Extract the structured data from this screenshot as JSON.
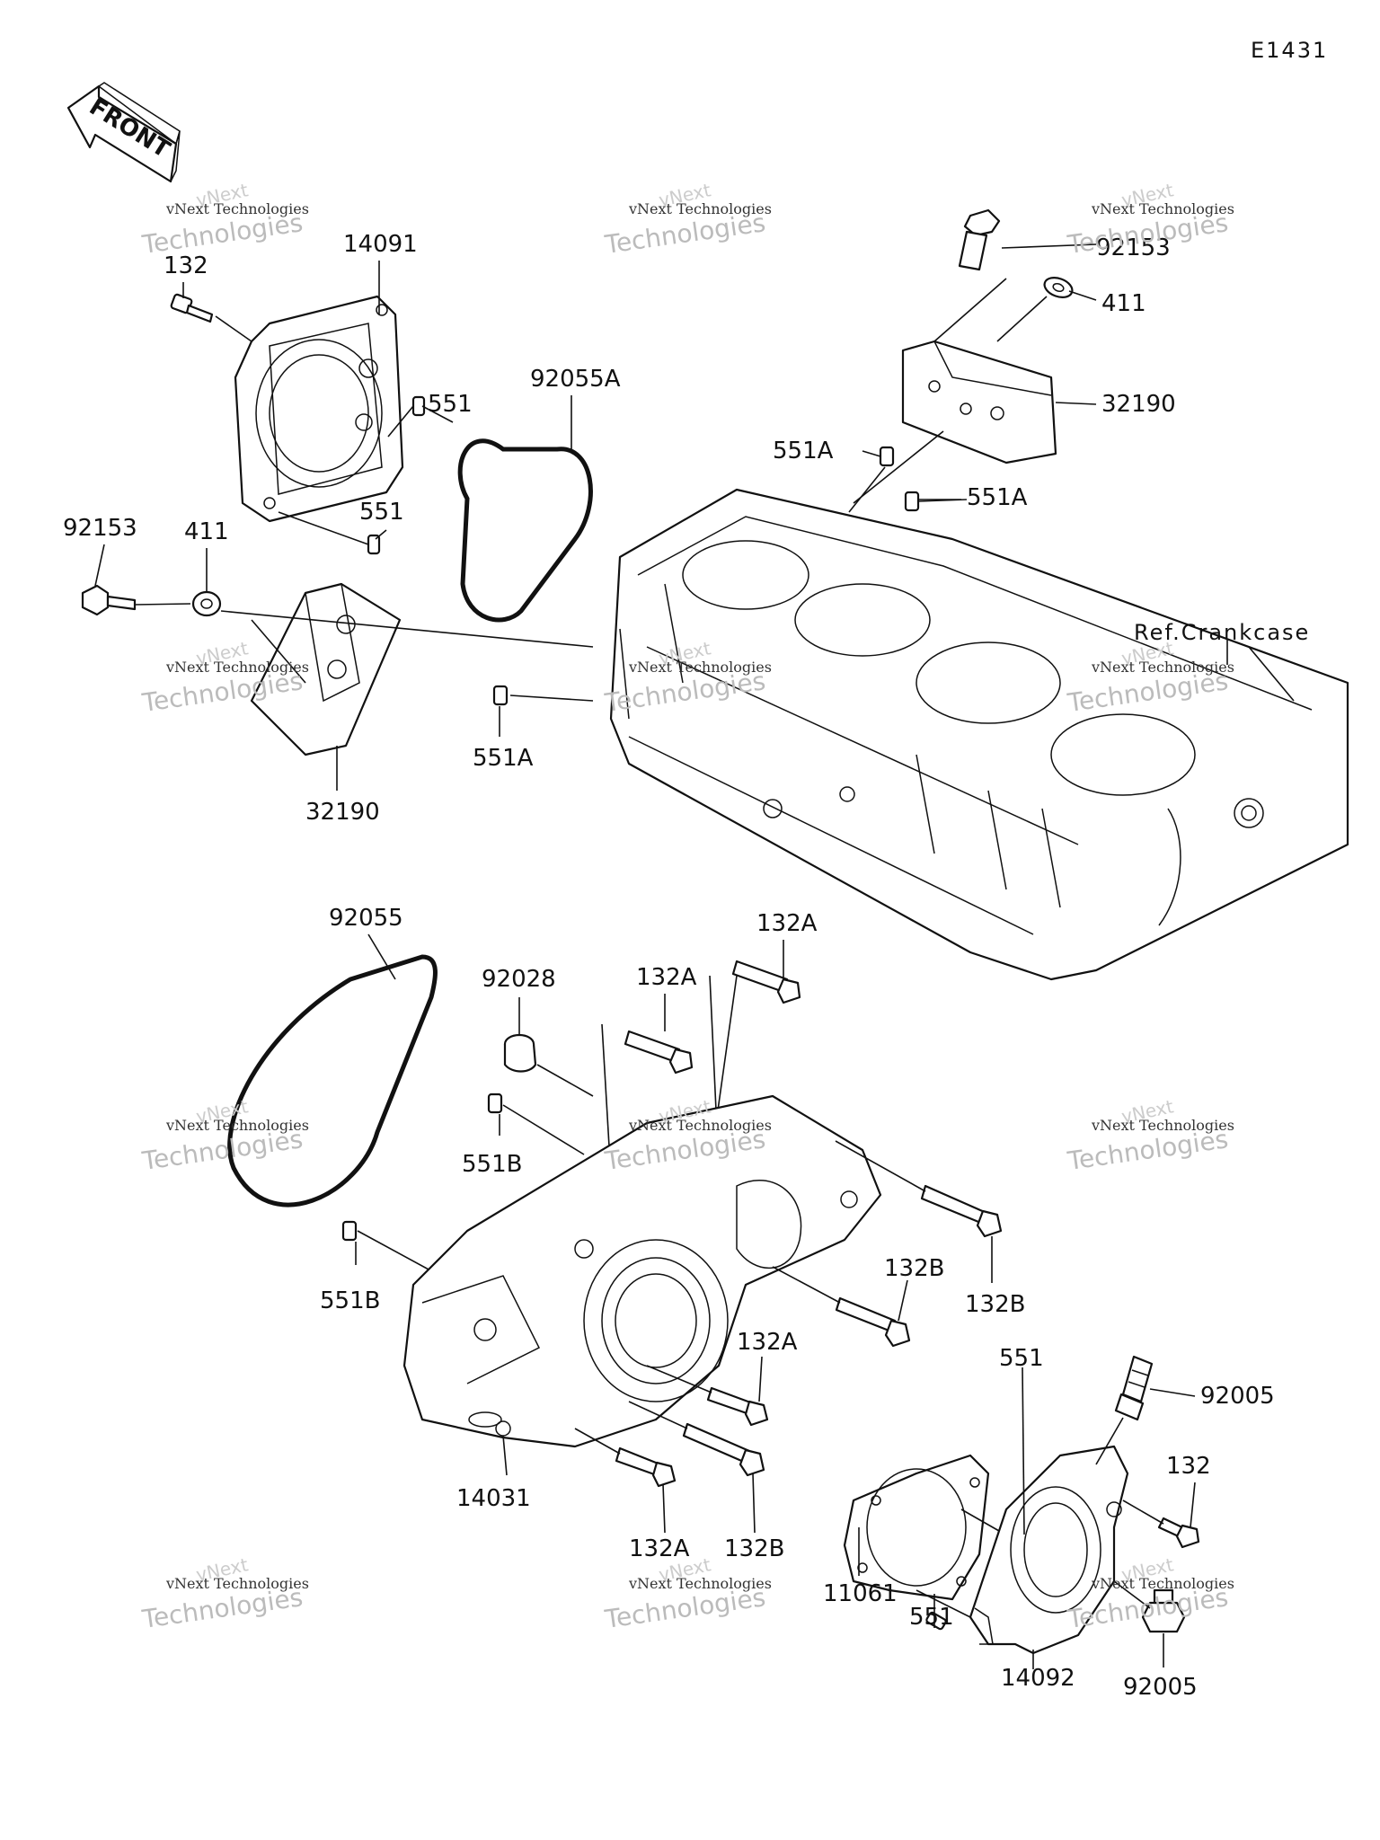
{
  "diagram_code": "E1431",
  "front_arrow_label": "FRONT",
  "reference_label": "Ref.Crankcase",
  "watermark": {
    "brand_top": "vNext",
    "line1": "vNext Technologies",
    "line2": "Technologies"
  },
  "callouts": {
    "c14091": "14091",
    "c132_top": "132",
    "c551_upper": "551",
    "c551_lower": "551",
    "c92055A": "92055A",
    "c92153_left": "92153",
    "c411_left": "411",
    "c32190_left": "32190",
    "c551A_left": "551A",
    "c92153_right": "92153",
    "c411_right": "411",
    "c32190_right": "32190",
    "c551A_right_top": "551A",
    "c551A_right_mid": "551A",
    "c92055": "92055",
    "c92028": "92028",
    "c132A_top": "132A",
    "c132A_mid": "132A",
    "c551B_upper": "551B",
    "c551B_lower": "551B",
    "c132B_right": "132B",
    "c132B_mid": "132B",
    "c132A_lower": "132A",
    "c14031": "14031",
    "c132A_bottom": "132A",
    "c132B_bottom": "132B",
    "c551_right_top": "551",
    "c92005_top": "92005",
    "c132_right": "132",
    "c11061": "11061",
    "c551_right_bottom": "551",
    "c14092": "14092",
    "c92005_bottom": "92005"
  }
}
